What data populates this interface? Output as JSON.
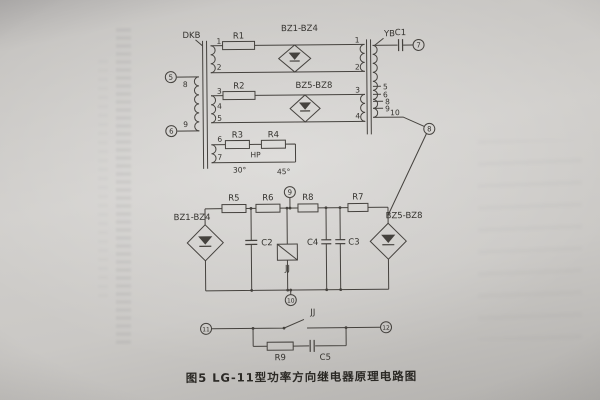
{
  "caption": "图5 LG-11型功率方向继电器原理电路图",
  "top": {
    "dkb": "DKB",
    "yb": "YB",
    "r1": "R1",
    "r2": "R2",
    "r3": "R3",
    "r4": "R4",
    "hp": "HP",
    "deg30": "30°",
    "deg45": "45°",
    "bz14": "BZ1-BZ4",
    "bz58": "BZ5-BZ8",
    "c1": "C1",
    "dkb_t1": "1",
    "dkb_t2": "2",
    "dkb_t3": "3",
    "dkb_t4": "4",
    "dkb_t5": "5",
    "dkb_t6": "6",
    "dkb_t7": "7",
    "dkb_t8": "8",
    "dkb_t9": "9",
    "yb_t1": "1",
    "yb_t2": "2",
    "yb_t3": "3",
    "yb_t4": "4",
    "yb_s5": "5",
    "yb_s6": "6",
    "yb_s8": "8",
    "yb_s9": "9",
    "yb_s10": "10",
    "term5": "5",
    "term6": "6",
    "term7": "7",
    "term8": "8"
  },
  "mid": {
    "r5": "R5",
    "r6": "R6",
    "r7": "R7",
    "r8": "R8",
    "c2": "C2",
    "c3": "C3",
    "c4": "C4",
    "jj": "JJ",
    "bz14": "BZ1-BZ4",
    "bz58": "BZ5-BZ8",
    "term9": "9",
    "term10": "10"
  },
  "bottom": {
    "jj": "JJ",
    "r9": "R9",
    "c5": "C5",
    "term11": "11",
    "term12": "12"
  }
}
